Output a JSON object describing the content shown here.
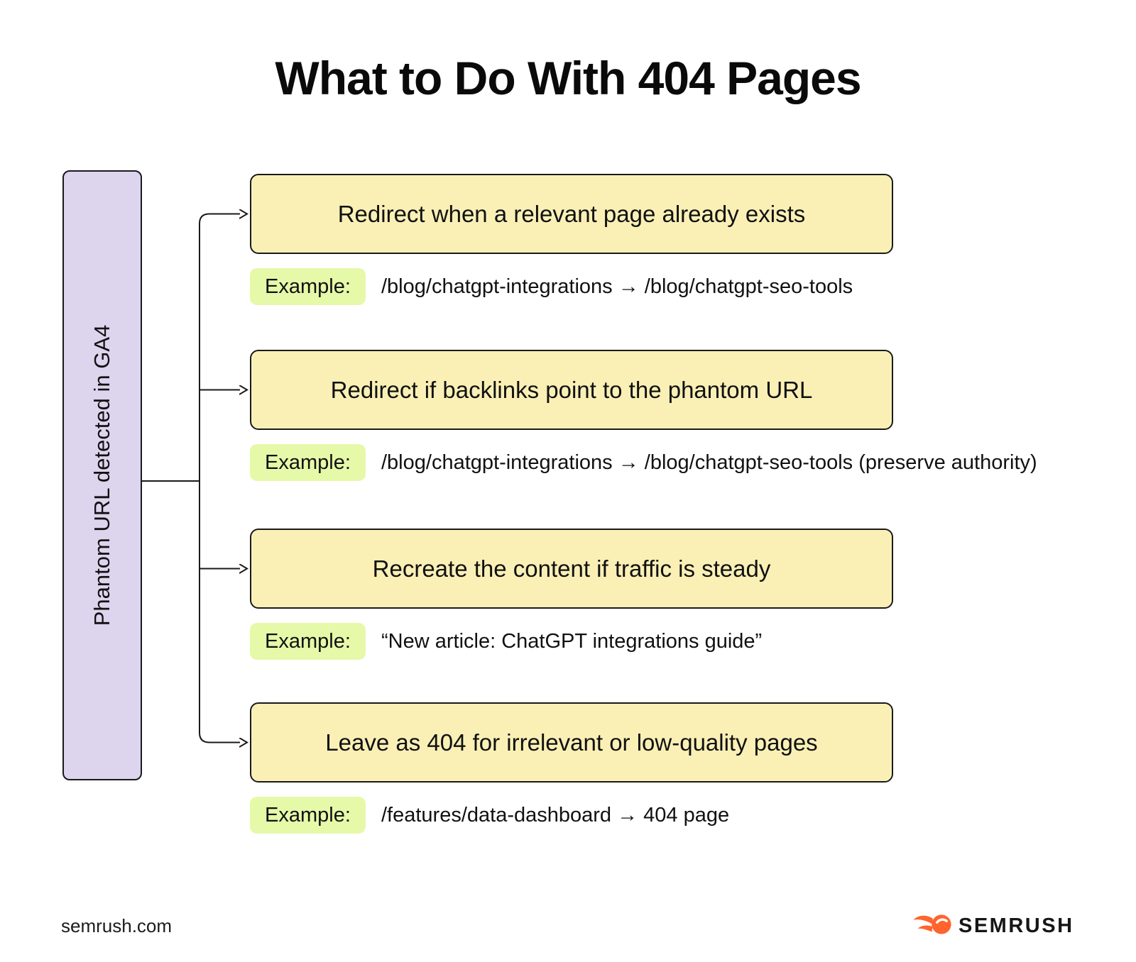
{
  "title": "What to Do With 404 Pages",
  "source": {
    "label": "Phantom URL detected in GA4"
  },
  "example_label": "Example:",
  "branches": [
    {
      "title": "Redirect when a relevant page already exists",
      "example": "/blog/chatgpt-integrations → /blog/chatgpt-seo-tools"
    },
    {
      "title": "Redirect if backlinks point to the phantom URL",
      "example": "/blog/chatgpt-integrations → /blog/chatgpt-seo-tools (preserve authority)"
    },
    {
      "title": "Recreate the content if traffic is steady",
      "example": "“New article: ChatGPT integrations guide”"
    },
    {
      "title": "Leave as 404 for irrelevant or low-quality pages",
      "example": "/features/data-dashboard → 404 page"
    }
  ],
  "footer": {
    "website": "semrush.com",
    "brand": "SEMRUSH"
  },
  "icons": {
    "brand_logo": "semrush-flame-icon"
  },
  "colors": {
    "box_yellow": "#FAF0B6",
    "box_purple": "#DDD4EE",
    "pill_green": "#E5F9A9",
    "brand_orange": "#FF642D",
    "line": "#1a1a1a"
  }
}
